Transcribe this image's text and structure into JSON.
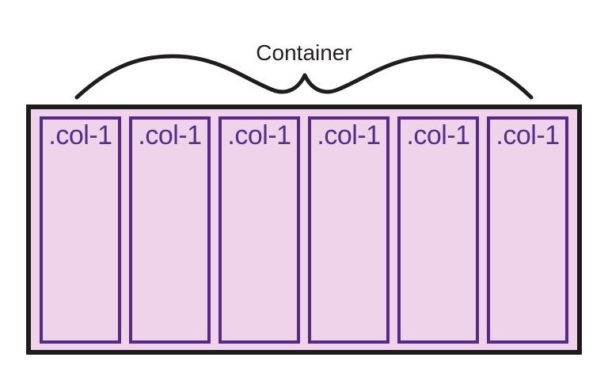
{
  "figure": {
    "brace_label": "Container",
    "container": {
      "columns": [
        {
          "label": ".col-1"
        },
        {
          "label": ".col-1"
        },
        {
          "label": ".col-1"
        },
        {
          "label": ".col-1"
        },
        {
          "label": ".col-1"
        },
        {
          "label": ".col-1"
        }
      ]
    }
  },
  "colors": {
    "outline_black": "#1f1c1d",
    "label_text": "#231f20",
    "column_border_purple": "#562a85",
    "column_text_purple": "#562d87",
    "fill_pink": "#eed3ea",
    "background": "#ffffff"
  }
}
